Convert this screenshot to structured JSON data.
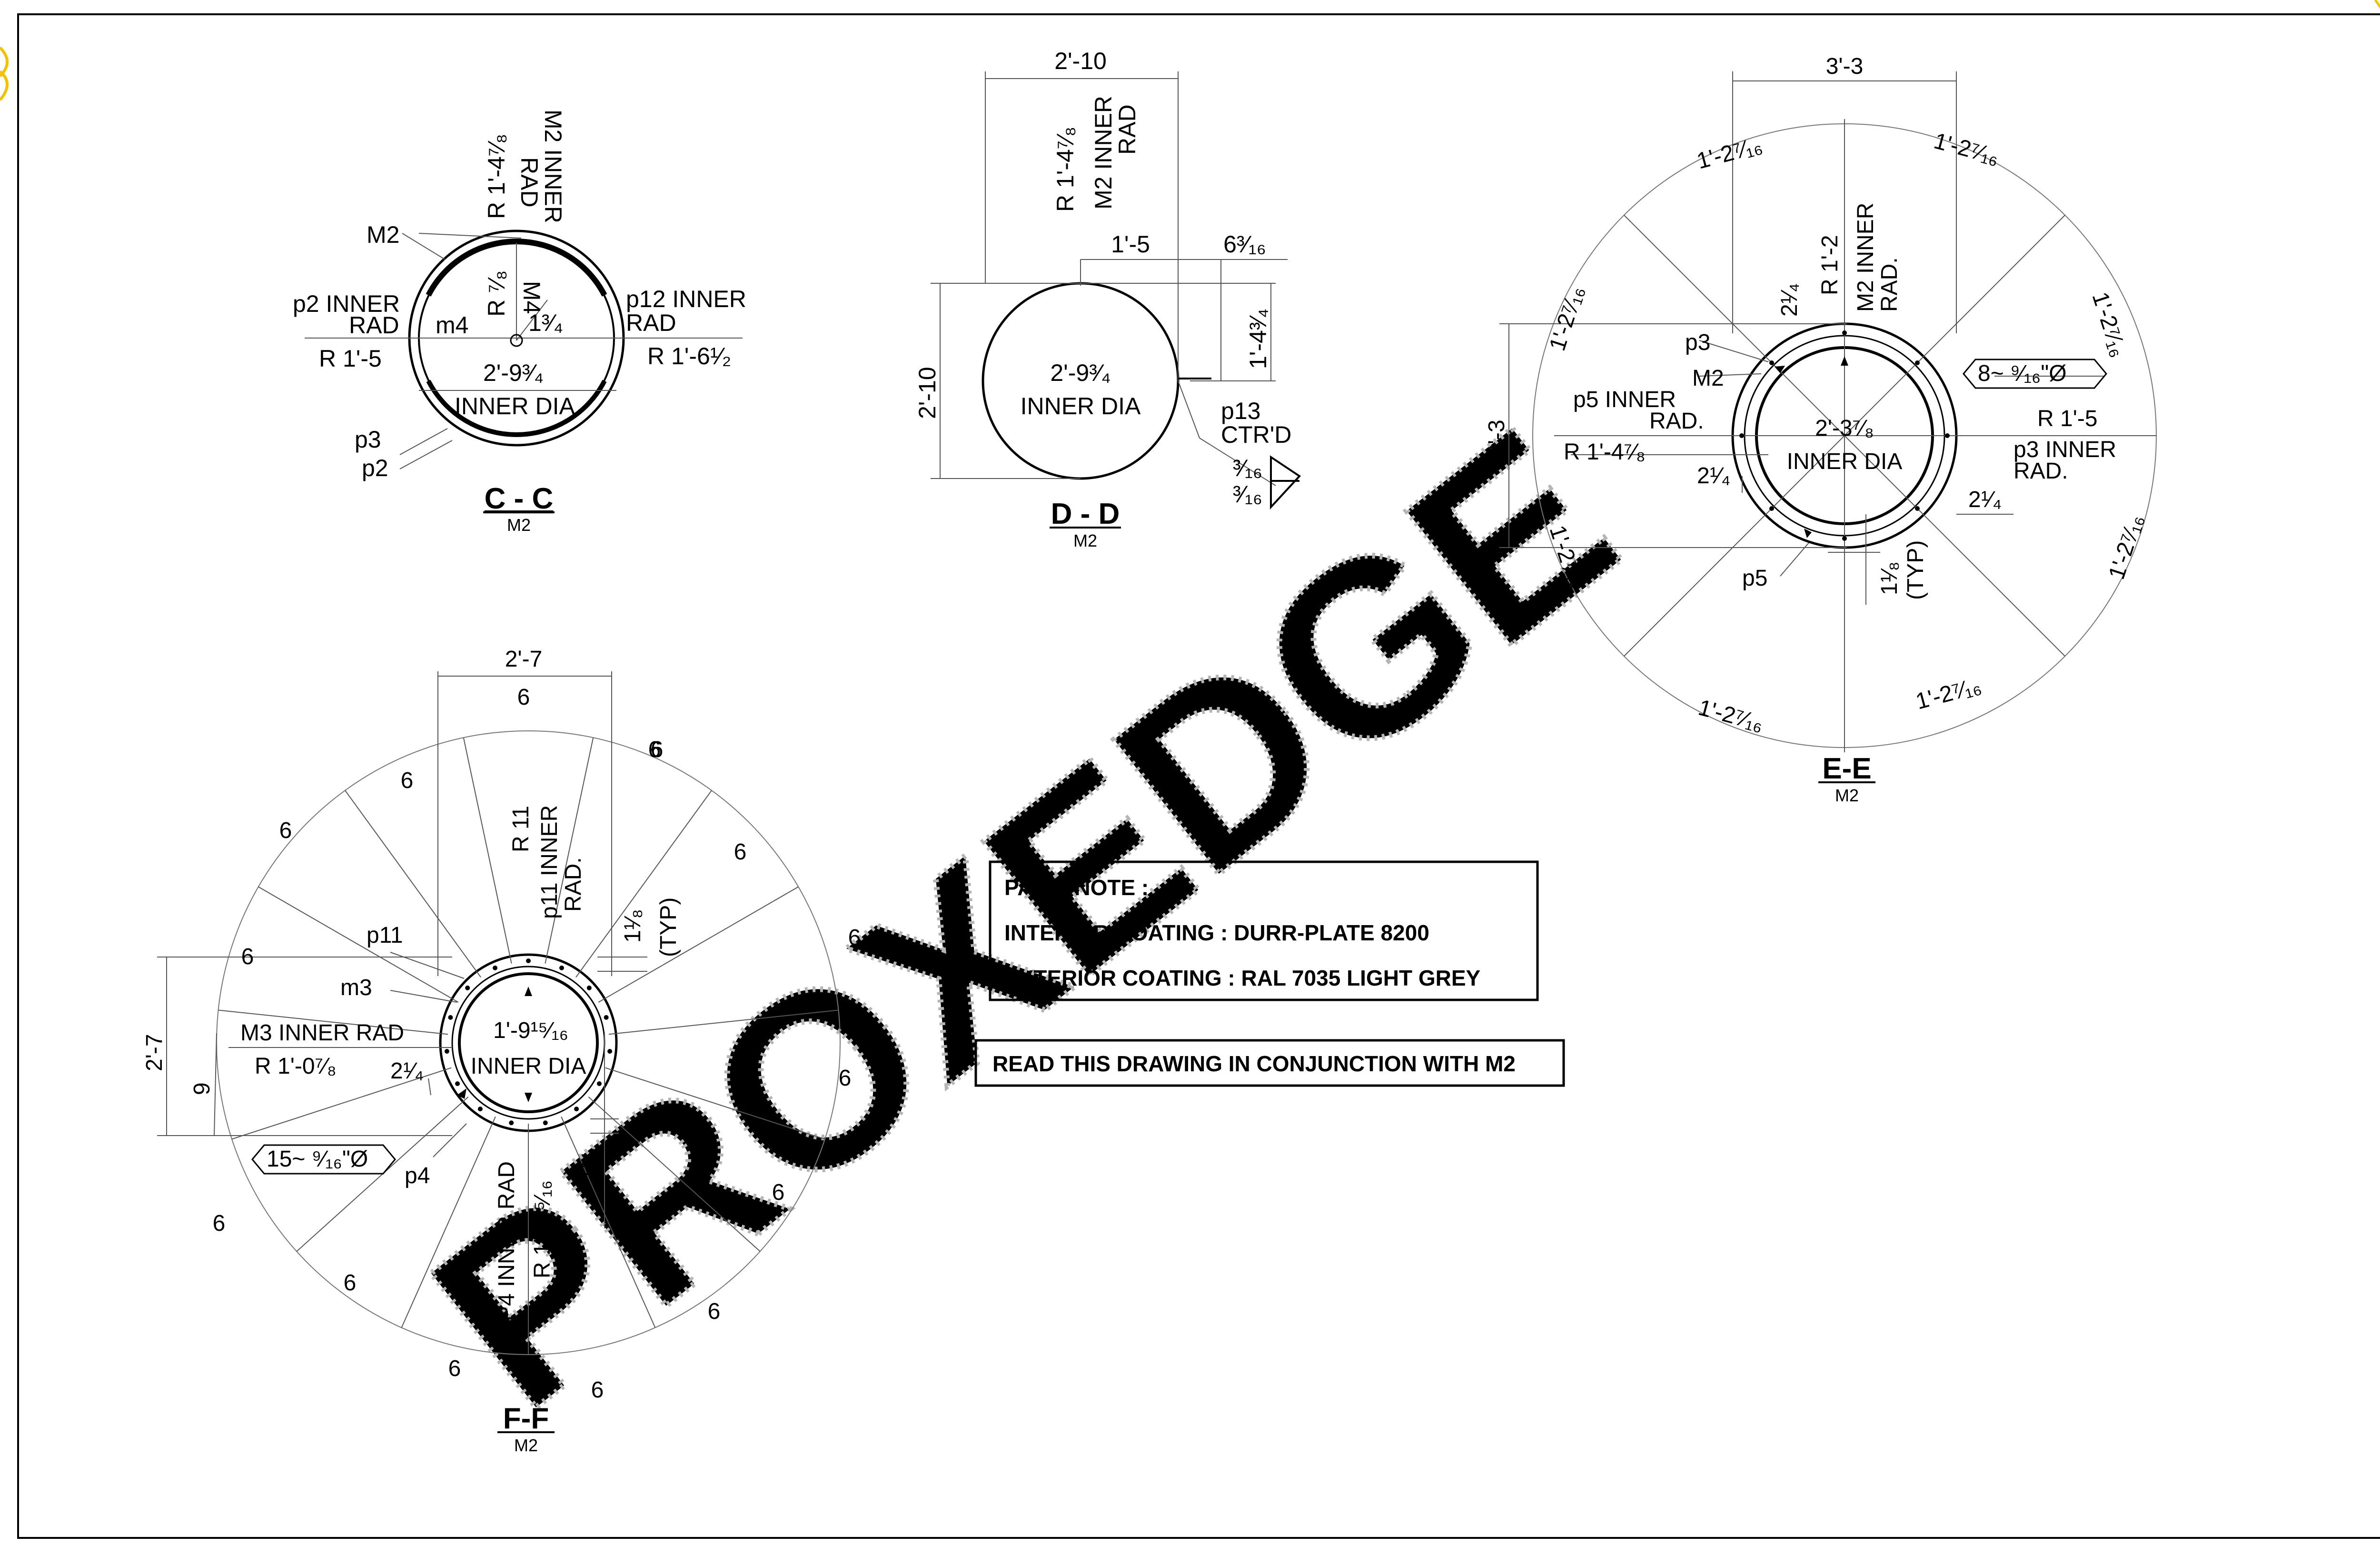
{
  "sections": {
    "cc": {
      "title": "C - C",
      "ref": "M2",
      "labels": {
        "m2_inner_rad_1": "M2 INNER",
        "m2_inner_rad_2": "RAD",
        "r_1_4_7_8": "R 1'-4⁷⁄₈",
        "m2": "M2",
        "p2_inner_rad_1": "p2 INNER",
        "p2_inner_rad_2": "RAD",
        "r_1_5": "R 1'-5",
        "m4_small": "m4",
        "r_7_8": "R ⁷⁄₈",
        "m4": "M4",
        "d_1_3_4": "1³⁄₄",
        "p12_inner_rad_1": "p12 INNER",
        "p12_inner_rad_2": "RAD",
        "r_1_6_1_2": "R 1'-6¹⁄₂",
        "dia": "2'-9³⁄₄",
        "inner_dia": "INNER DIA",
        "p3": "p3",
        "p2": "p2"
      }
    },
    "dd": {
      "title": "D - D",
      "ref": "M2",
      "labels": {
        "top_width": "2'-10",
        "r_label": "R 1'-4⁷⁄₈",
        "m2_inner_1": "M2 INNER",
        "m2_inner_2": "RAD",
        "d_1_5": "1'-5",
        "d_6_3_16": "6³⁄₁₆",
        "d_1_4_3_4": "1'-4³⁄₄",
        "height": "2'-10",
        "dia": "2'-9³⁄₄",
        "inner_dia": "INNER DIA",
        "p13": "p13",
        "ctrd": "CTR'D",
        "weld_a": "³⁄₁₆",
        "weld_b": "³⁄₁₆"
      }
    },
    "ee": {
      "title": "E-E",
      "ref": "M2",
      "labels": {
        "top_width": "3'-3",
        "arc_tl": "1'-2⁷⁄₁₆",
        "arc_tr": "1'-2⁷⁄₁₆",
        "arc_l": "1'-2⁷⁄₁₆",
        "arc_r": "1'-2⁷⁄₁₆",
        "arc_ll": "1'-2⁷⁄₁₆",
        "arc_rr": "1'-2⁷⁄₁₆",
        "arc_bl": "1'-2⁷⁄₁₆",
        "arc_br": "1'-2⁷⁄₁₆",
        "r_1_2": "R 1'-2",
        "m2_inner_1": "M2 INNER",
        "m2_inner_2": "RAD.",
        "d_2_1_4_top": "2¹⁄₄",
        "p3": "p3",
        "m2": "M2",
        "holes": "8~ ⁹⁄₁₆\"Ø",
        "height": "3'-3",
        "p5_inner_1": "p5 INNER",
        "p5_inner_2": "RAD.",
        "r_1_4_7_8": "R 1'-4⁷⁄₈",
        "r_1_5": "R 1'-5",
        "p3_inner_1": "p3 INNER",
        "p3_inner_2": "RAD.",
        "dia": "2'-3⁷⁄₈",
        "inner_dia": "INNER DIA",
        "d_2_1_4_left": "2¹⁄₄",
        "d_2_1_4_right": "2¹⁄₄",
        "p5": "p5",
        "typ_1": "1¹⁄₈",
        "typ_2": "(TYP)"
      }
    },
    "ff": {
      "title": "F-F",
      "ref": "M2",
      "labels": {
        "top_width": "2'-7",
        "arc_vals": [
          "6",
          "6",
          "6",
          "6",
          "6",
          "6",
          "6",
          "6",
          "6",
          "6",
          "6",
          "6",
          "6",
          "6",
          "6"
        ],
        "r_11": "R 11",
        "p11_inner_1": "p11 INNER",
        "p11_inner_2": "RAD.",
        "typ_1": "1¹⁄₈",
        "typ_2": "(TYP)",
        "p11": "p11",
        "m3": "m3",
        "height": "2'-7",
        "nine": "9",
        "m3_inner": "M3 INNER RAD",
        "r_1_0_7_8": "R 1'-0⁷⁄₈",
        "d_2_1_4": "2¹⁄₄",
        "dia": "1'-9¹⁵⁄₁₆",
        "inner_dia": "INNER DIA",
        "holes": "15~ ⁹⁄₁₆\"Ø",
        "p4": "p4",
        "p4_inner": "P4 INNER RAD",
        "r_1_0_15_16": "R 1'-0¹⁵⁄₁₆",
        "d_1_1_8": "1¹⁄₈"
      }
    }
  },
  "notes": {
    "paint_heading": "PAINT NOTE :",
    "interior": "INTERIOR COATING : DURR-PLATE 8200",
    "exterior": "EXTERIOR COATING : RAL 7035 LIGHT GREY",
    "conjunction": "READ THIS DRAWING IN CONJUNCTION WITH M2"
  },
  "watermark": "PROXEDGE",
  "colors": {
    "line": "#000000",
    "thin_line": "#555555",
    "watermark": "#b5b5b5",
    "corner_mark": "#f2c200"
  }
}
